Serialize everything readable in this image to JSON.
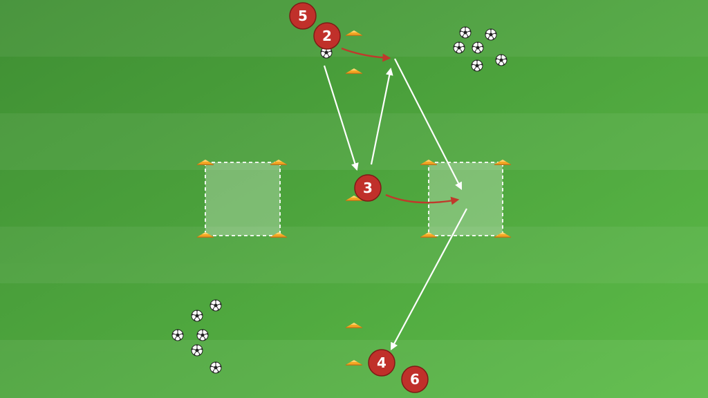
{
  "colors": {
    "grass_dark": "#3f8f33",
    "grass_light": "#5cbb48",
    "stripe": "#ffffff",
    "player": "#c0302a",
    "player_outline": "#7d1b16",
    "pass_arrow": "#ffffff",
    "run_arrow": "#c0392b",
    "cone": "#f5a623",
    "cone_shade": "#ffd36a",
    "grid_fill": "#ffffff",
    "grid_line": "#ffffff"
  },
  "players": [
    {
      "id": "p5",
      "label": "5"
    },
    {
      "id": "p2",
      "label": "2"
    },
    {
      "id": "p3",
      "label": "3"
    },
    {
      "id": "p4",
      "label": "4"
    },
    {
      "id": "p6",
      "label": "6"
    }
  ],
  "icons": {
    "ball": "soccer-ball-icon",
    "cone": "cone-icon"
  }
}
